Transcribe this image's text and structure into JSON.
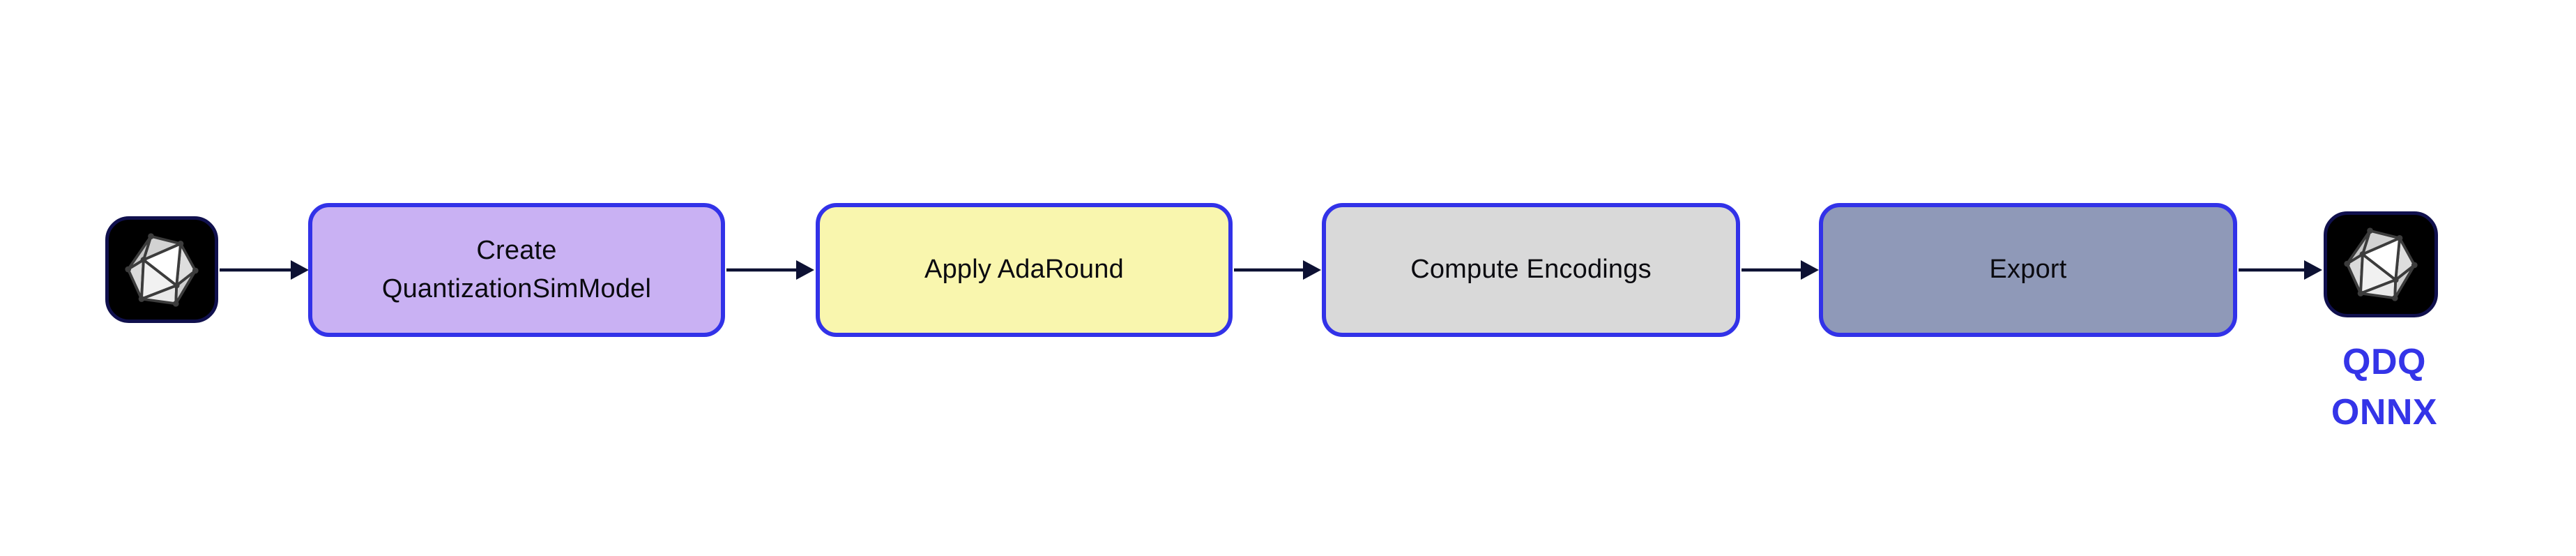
{
  "flow": {
    "input_node": {
      "icon": "onnx-logo-icon"
    },
    "steps": [
      {
        "label": "Create\nQuantizationSimModel",
        "fill": "#c9b1f3",
        "border": "#3232e8"
      },
      {
        "label": "Apply AdaRound",
        "fill": "#f9f6ae",
        "border": "#3232e8"
      },
      {
        "label": "Compute Encodings",
        "fill": "#d9d9d9",
        "border": "#3232e8"
      },
      {
        "label": "Export",
        "fill": "#8f99b8",
        "border": "#3232e8"
      }
    ],
    "output_node": {
      "icon": "onnx-logo-icon",
      "label": "QDQ\nONNX",
      "label_color": "#3434e8"
    },
    "arrow_color": "#0d1133",
    "step_text_color": "#0b0b10",
    "icon_tile": {
      "bg": "#000000",
      "border": "#10104d"
    }
  }
}
